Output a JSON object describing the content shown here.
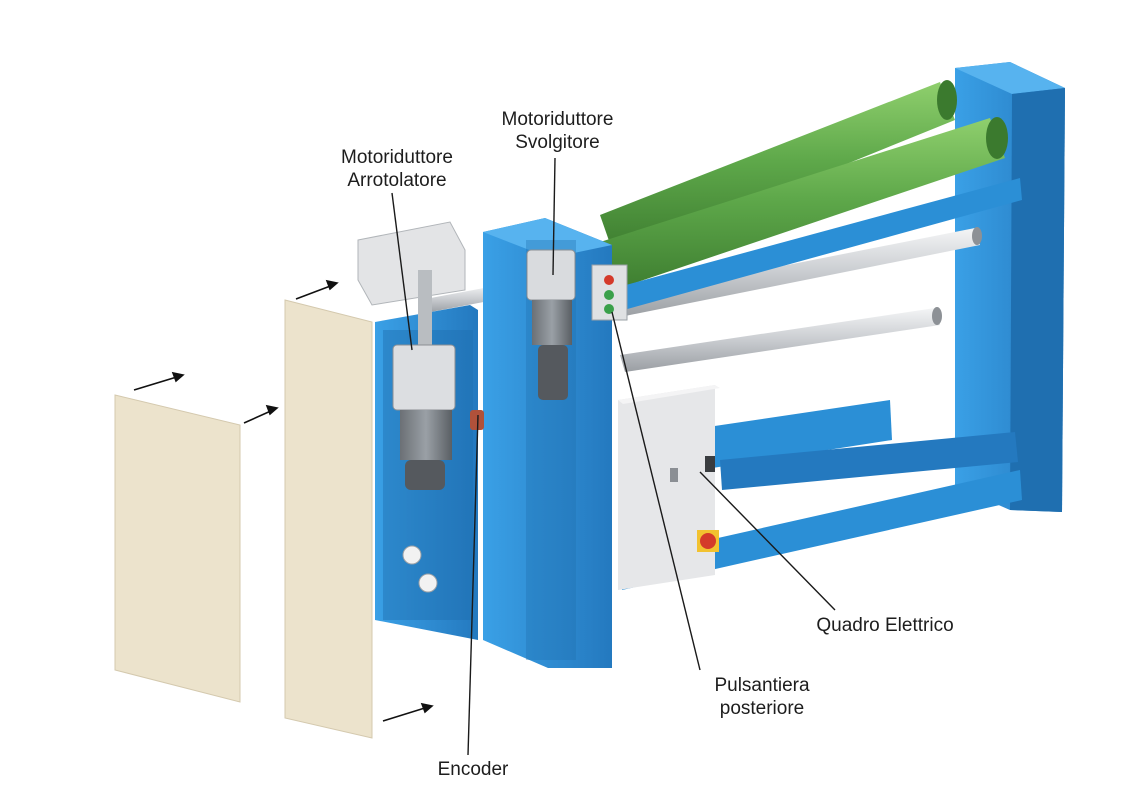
{
  "labels": {
    "motoriduttore_arrotolatore": [
      "Motoriduttore",
      "Arrotolatore"
    ],
    "motoriduttore_svolgitore": [
      "Motoriduttore",
      "Svolgitore"
    ],
    "quadro_elettrico": "Quadro Elettrico",
    "pulsantiera_posteriore": [
      "Pulsantiera",
      "posteriore"
    ],
    "encoder": "Encoder"
  },
  "colors": {
    "frame_blue": "#2b8fd6",
    "roller_green": "#5ea84a",
    "panel_beige": "#ece3cc",
    "cabinet_grey": "#e6e7e9",
    "leader_line": "#1a1a1a"
  }
}
